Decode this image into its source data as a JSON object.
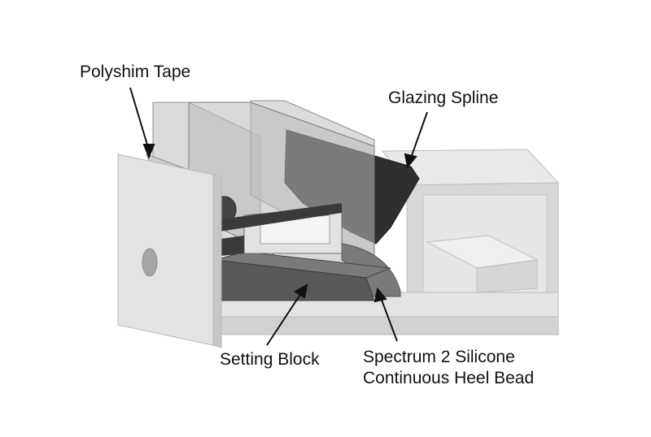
{
  "labels": {
    "polyshim_tape": "Polyshim Tape",
    "glazing_spline": "Glazing Spline",
    "setting_block": "Setting Block",
    "heel_bead_line1": "Spectrum 2 Silicone",
    "heel_bead_line2": "Continuous Heel Bead"
  },
  "colors": {
    "frame_light": "#e6e6e6",
    "frame_mid": "#cfcfcf",
    "frame_edge": "#bdbdbd",
    "glass": "#a9a9a9",
    "spline": "#2f2f2f",
    "setting_block": "#595959",
    "heel_bead": "#7a7a7a",
    "outline": "#6e6e6e",
    "leader": "#111111"
  }
}
